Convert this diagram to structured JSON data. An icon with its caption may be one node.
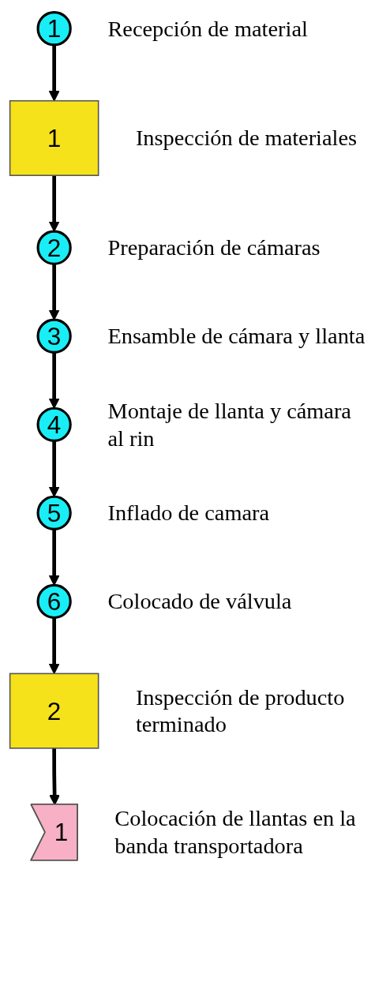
{
  "diagram": {
    "nodes": [
      {
        "text": [
          "1"
        ],
        "beside": [
          "Recepción de material"
        ]
      },
      {
        "text": [
          "1"
        ],
        "beside": [
          "Inspección de materiales"
        ]
      },
      {
        "text": [
          "2"
        ],
        "beside": [
          "Preparación de cámaras"
        ]
      },
      {
        "text": [
          "3"
        ],
        "beside": [
          "Ensamble de cámara y llanta"
        ]
      },
      {
        "text": [
          "4"
        ],
        "beside": [
          "Montaje de llanta y cámara al rin"
        ]
      },
      {
        "text": [
          "5"
        ],
        "beside": [
          "Inflado de camara"
        ]
      },
      {
        "text": [
          "6"
        ],
        "beside": [
          "Colocado de válvula"
        ]
      },
      {
        "text": [
          "2"
        ],
        "beside": [
          "Inspección de producto terminado"
        ]
      },
      {
        "text": [
          "1"
        ],
        "beside": [
          "Colocación de llantas en la banda transportadora"
        ]
      }
    ],
    "edges": [
      {
        "from": 0,
        "to": 1,
        "arrow": "to"
      },
      {
        "from": 1,
        "to": 2,
        "arrow": "to"
      },
      {
        "from": 2,
        "to": 3,
        "arrow": "to"
      },
      {
        "from": 3,
        "to": 4,
        "arrow": "to"
      },
      {
        "from": 4,
        "to": 5,
        "arrow": "to"
      },
      {
        "from": 5,
        "to": 6,
        "arrow": "to"
      },
      {
        "from": 6,
        "to": 7,
        "arrow": "to"
      },
      {
        "from": 7,
        "to": 8,
        "arrow": "to"
      }
    ]
  }
}
